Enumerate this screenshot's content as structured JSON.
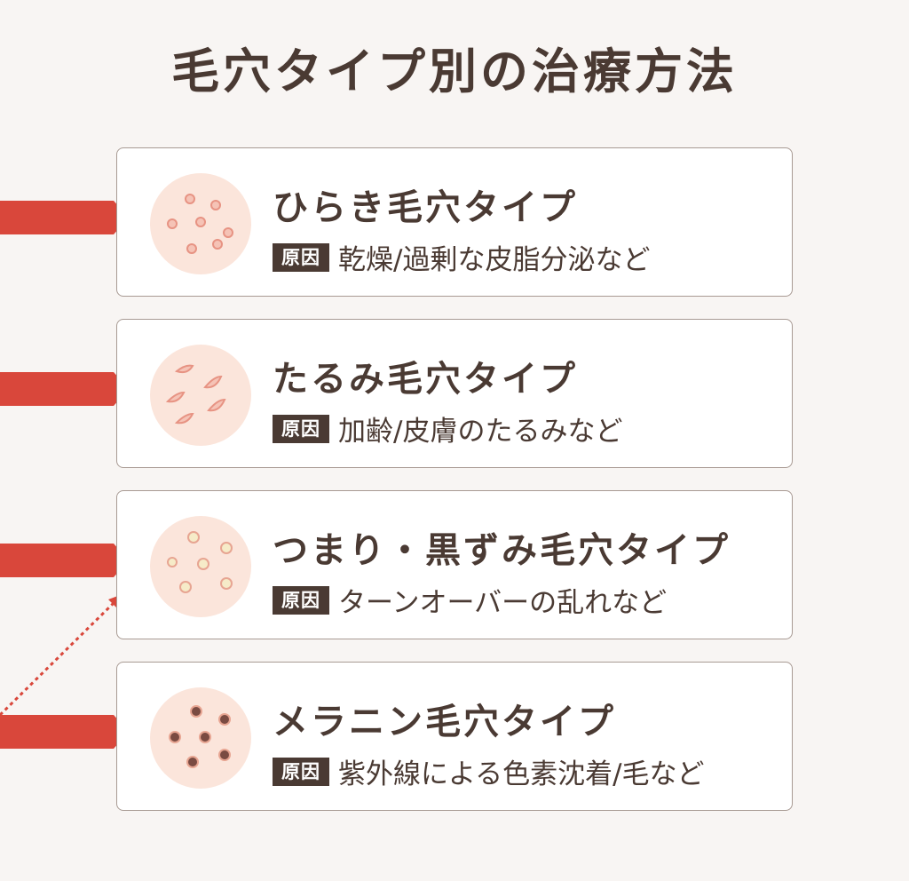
{
  "title": "毛穴タイプ別の治療方法",
  "colors": {
    "accent_red": "#d9473b",
    "dark_brown": "#4a3a33",
    "skin": "#fbe5db",
    "card_border": "#a89a93"
  },
  "cards": [
    {
      "title": "ひらき毛穴タイプ",
      "badge": "原因",
      "cause": "乾燥/過剰な皮脂分泌など",
      "icon": "open-pores-icon"
    },
    {
      "title": "たるみ毛穴タイプ",
      "badge": "原因",
      "cause": "加齢/皮膚のたるみなど",
      "icon": "sagging-pores-icon"
    },
    {
      "title": "つまり・黒ずみ毛穴タイプ",
      "badge": "原因",
      "cause": "ターンオーバーの乱れなど",
      "icon": "clogged-pores-icon"
    },
    {
      "title": "メラニン毛穴タイプ",
      "badge": "原因",
      "cause": "紫外線による色素沈着/毛など",
      "icon": "melanin-pores-icon"
    }
  ]
}
